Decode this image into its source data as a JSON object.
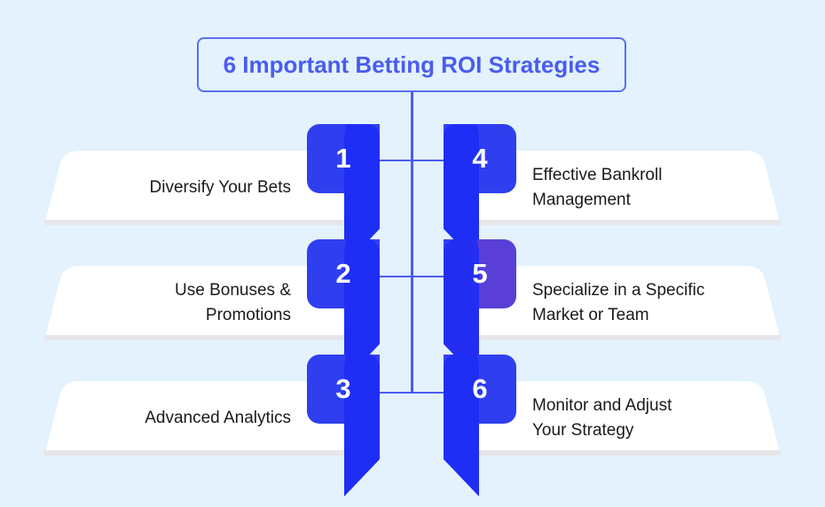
{
  "title": "6 Important Betting ROI Strategies",
  "colors": {
    "accent": "#4a5cf0",
    "badge_primary": "#2f3ff0",
    "badge_highlight": "#5a3fd6",
    "card_bg": "#ffffff",
    "background": "#e3f2fc"
  },
  "strategies": [
    {
      "number": "1",
      "label": "Diversify Your Bets",
      "side": "left",
      "row": 0
    },
    {
      "number": "2",
      "label": "Use Bonuses &\nPromotions",
      "side": "left",
      "row": 1
    },
    {
      "number": "3",
      "label": "Advanced Analytics",
      "side": "left",
      "row": 2
    },
    {
      "number": "4",
      "label": "Effective Bankroll\nManagement",
      "side": "right",
      "row": 0
    },
    {
      "number": "5",
      "label": "Specialize in a Specific\nMarket or Team",
      "side": "right",
      "row": 1,
      "highlight": true
    },
    {
      "number": "6",
      "label": "Monitor and Adjust\nYour Strategy",
      "side": "right",
      "row": 2
    }
  ]
}
